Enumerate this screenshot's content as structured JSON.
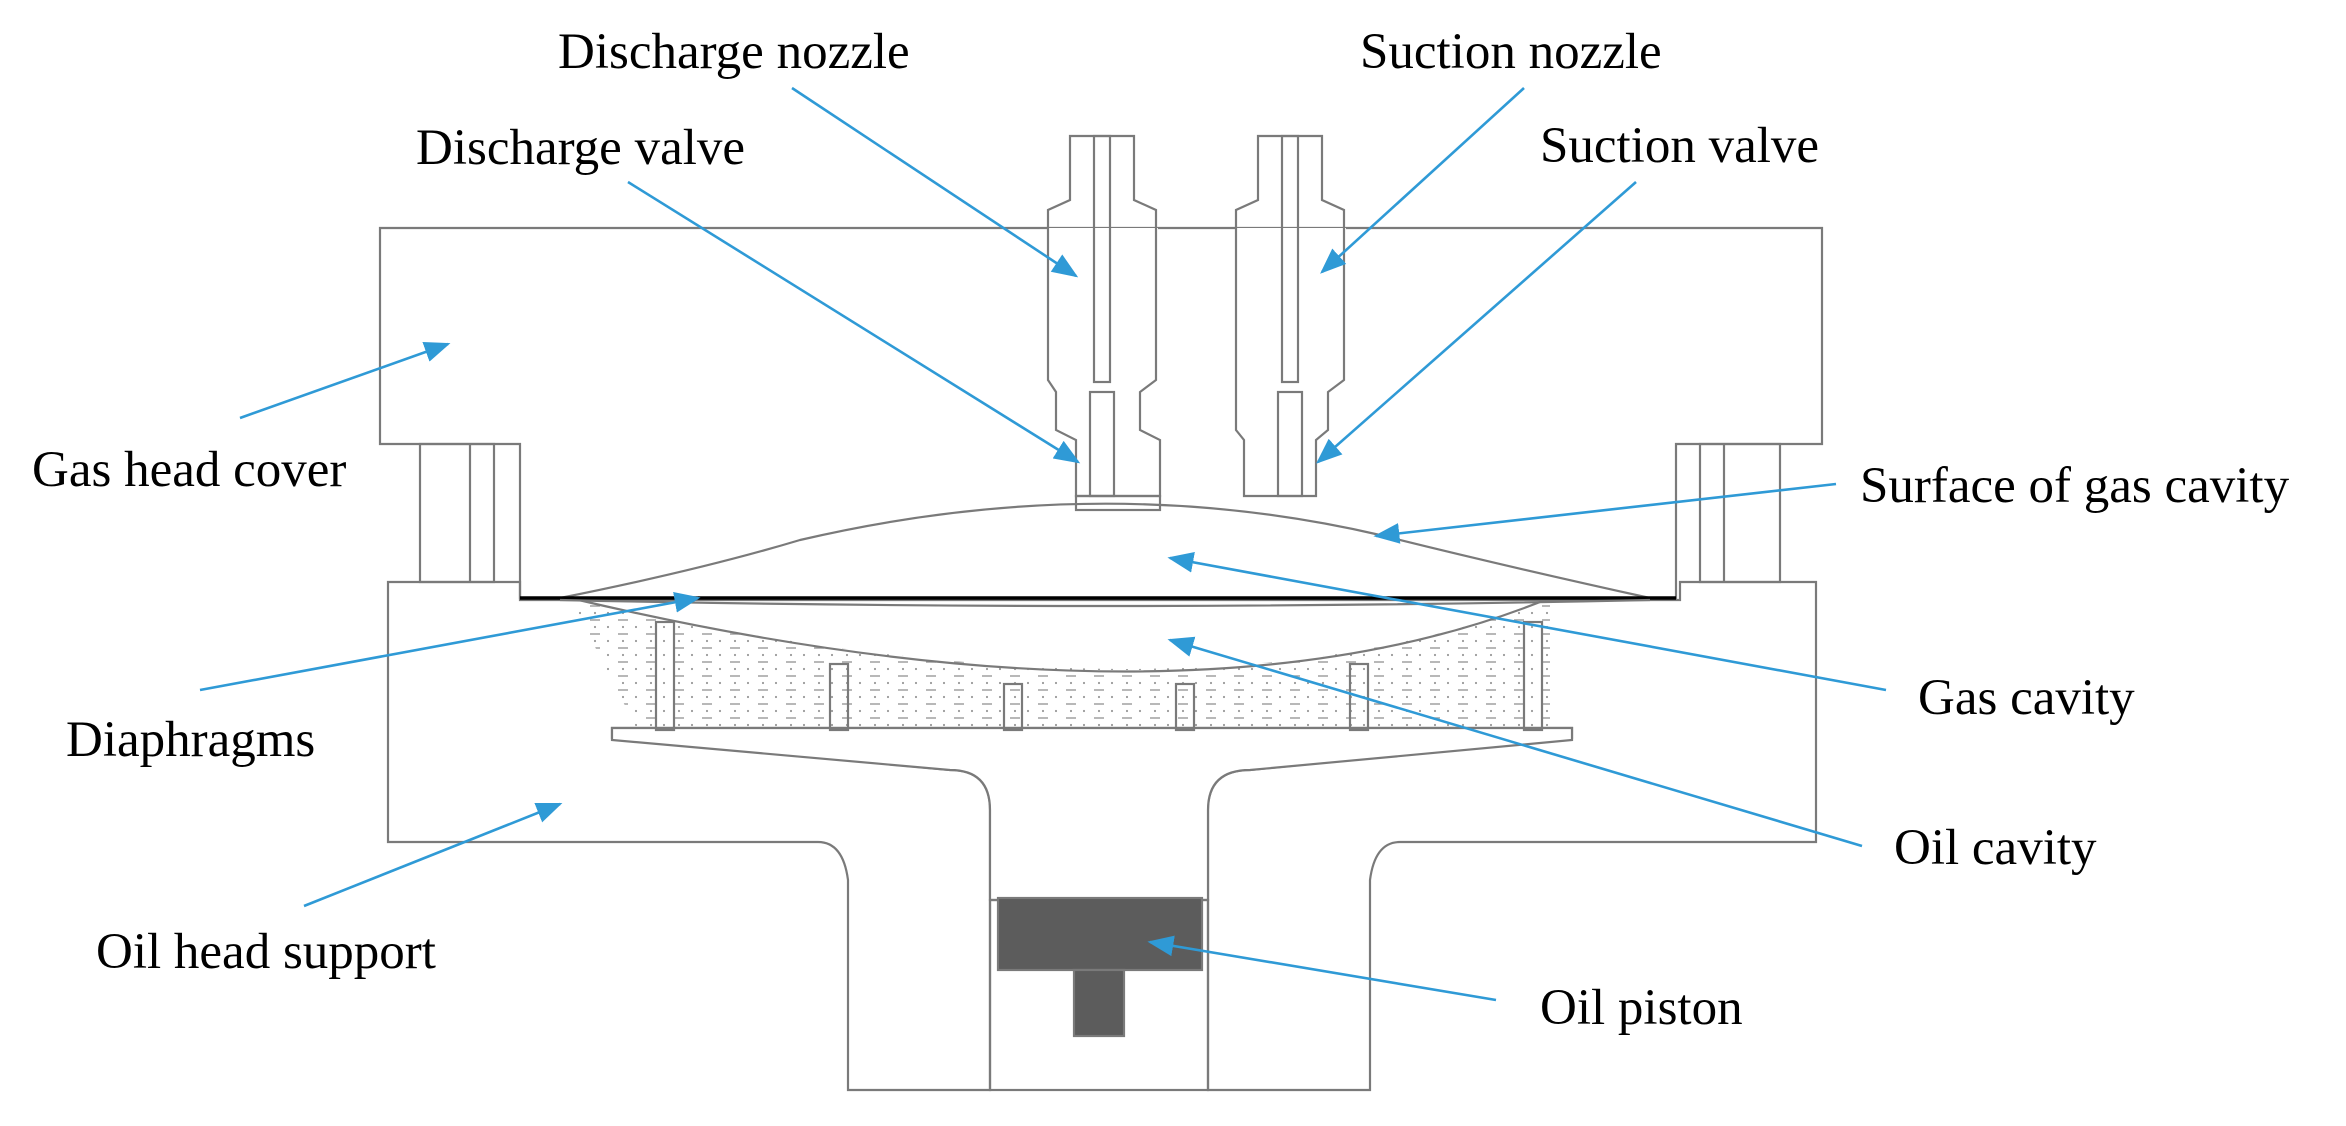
{
  "colors": {
    "leader": "#2f9ad6",
    "outline": "#7a7a7a",
    "hatch": "#8a8a8a",
    "piston": "#5c5c5c",
    "diaphragm": "#000000",
    "background": "#ffffff"
  },
  "labels": {
    "discharge_nozzle": "Discharge nozzle",
    "suction_nozzle": "Suction nozzle",
    "discharge_valve": "Discharge valve",
    "suction_valve": "Suction valve",
    "gas_head_cover": "Gas head cover",
    "surface_of_gas_cavity": "Surface of gas cavity",
    "diaphragms": "Diaphragms",
    "gas_cavity": "Gas cavity",
    "oil_cavity": "Oil cavity",
    "oil_head_support": "Oil head support",
    "oil_piston": "Oil piston"
  }
}
